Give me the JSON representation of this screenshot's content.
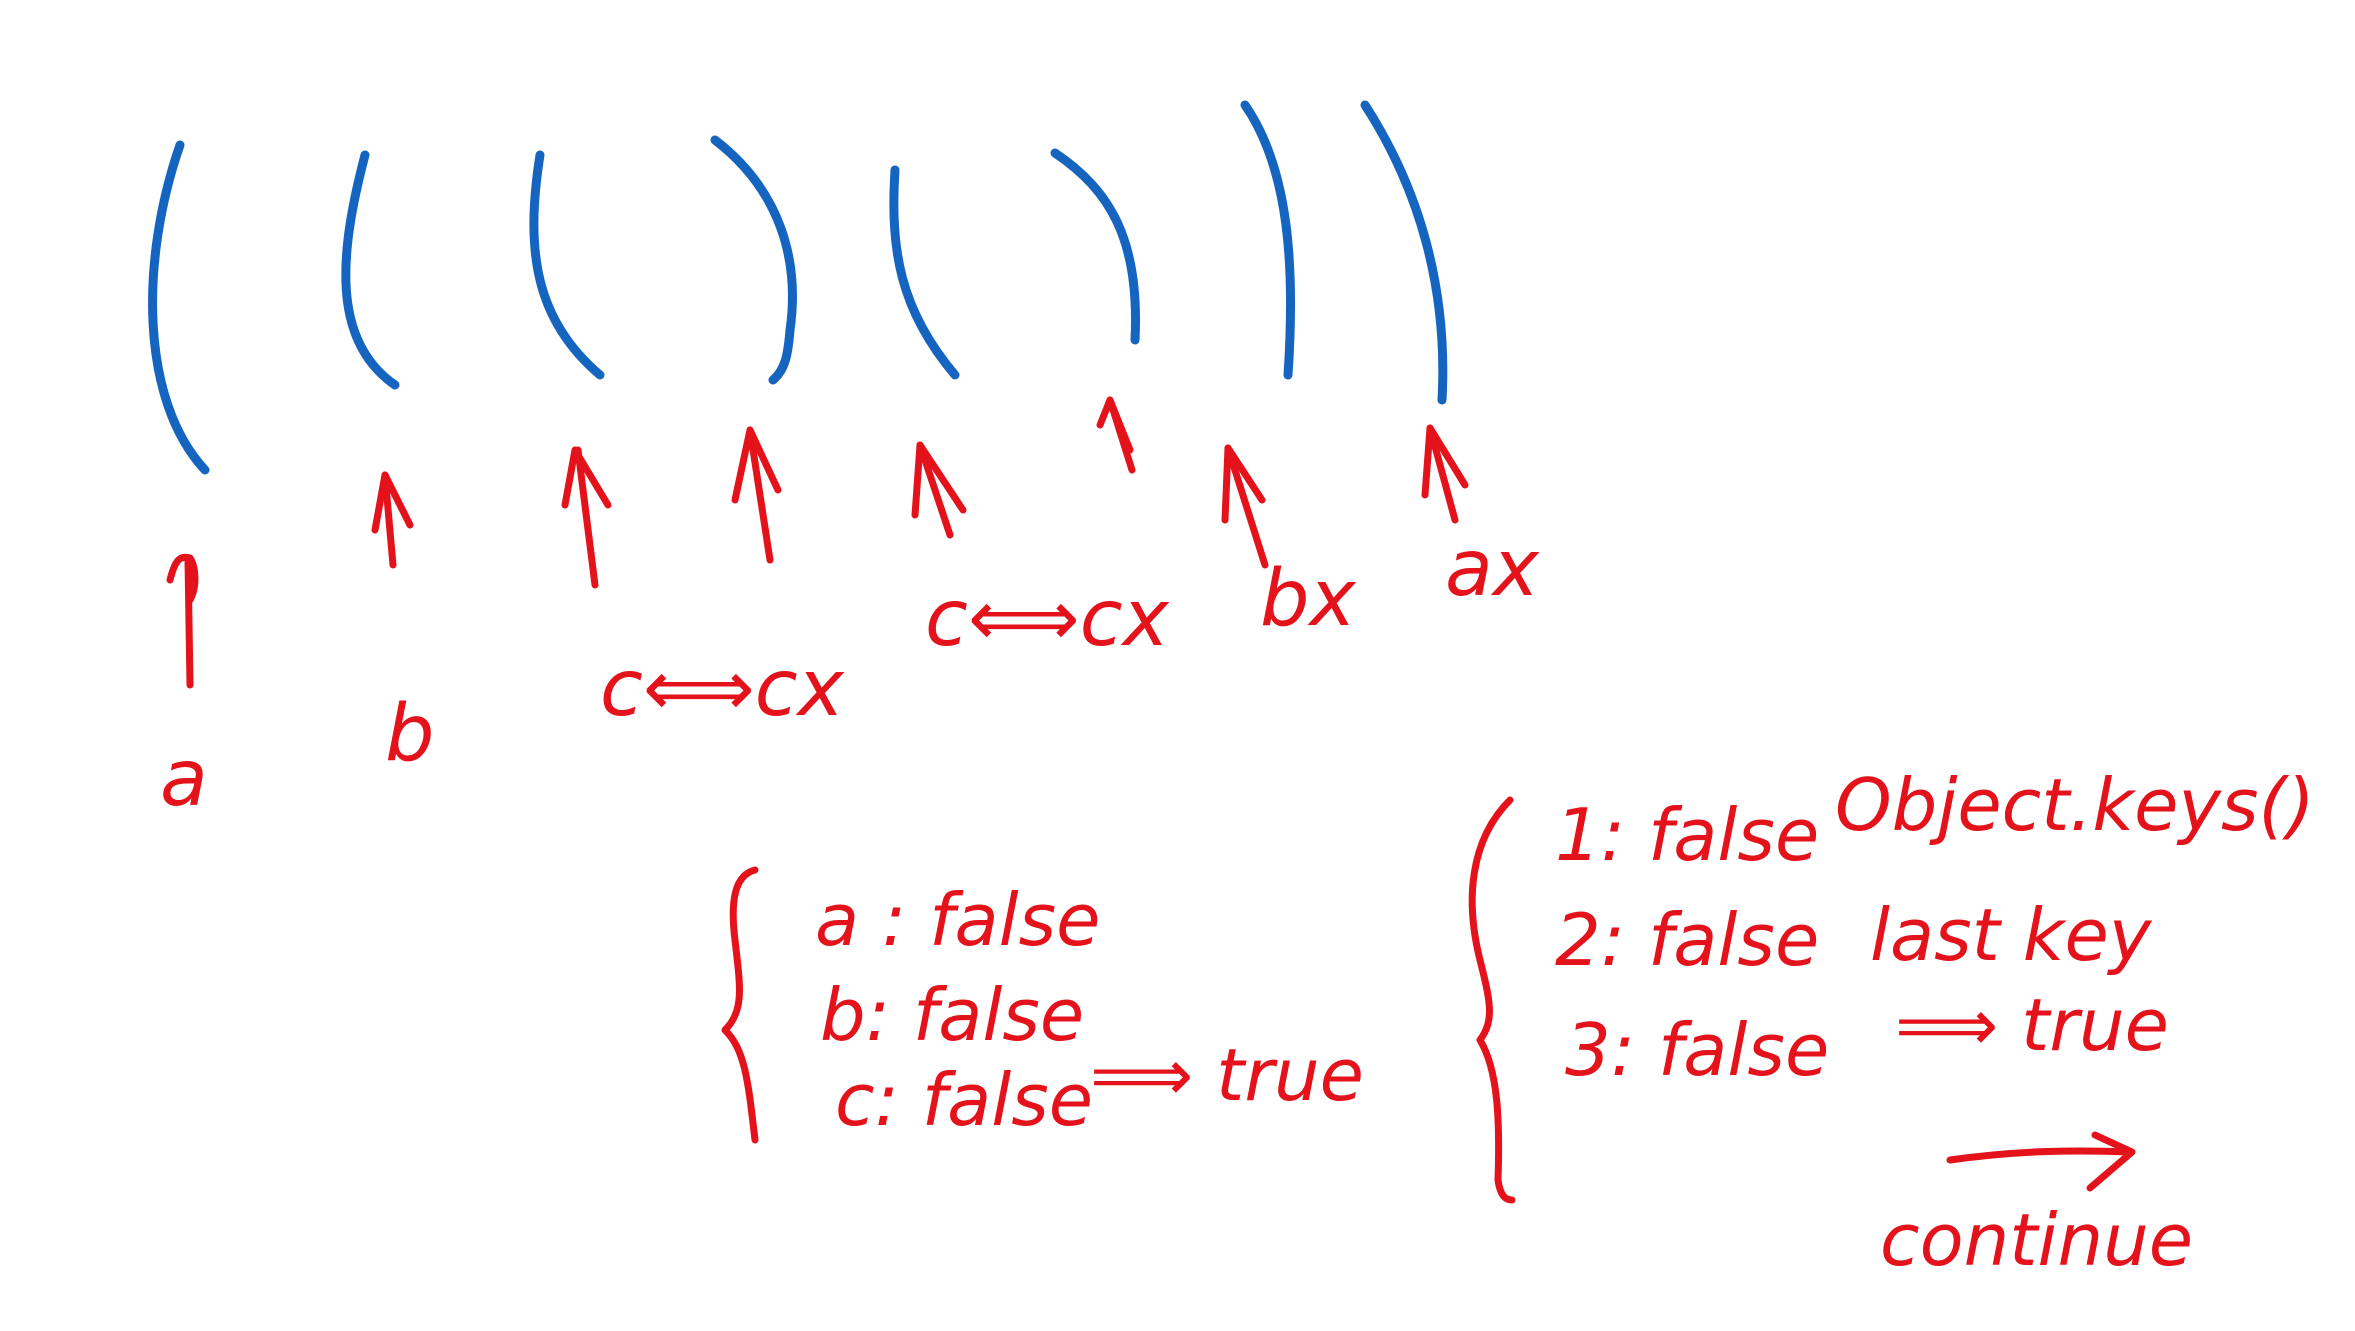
{
  "colors": {
    "background": "#ffffff",
    "parens": "#1565c0",
    "ink": "#e3121b"
  },
  "pointer_labels": {
    "a": "a",
    "b": "b",
    "c_cx_1": "c⟺cx",
    "c_cx_2": "c⟺cx",
    "bx": "bx",
    "ax": "ax"
  },
  "map_left": {
    "a": "a : false",
    "b": "b: false",
    "c": "c: false",
    "c_result": "⟹ true"
  },
  "map_right": {
    "one": "1: false",
    "two": "2: false",
    "three": "3: false",
    "object_keys": "Object.keys()",
    "last_key": "last key",
    "result": "⟹ true",
    "continue": "continue"
  }
}
